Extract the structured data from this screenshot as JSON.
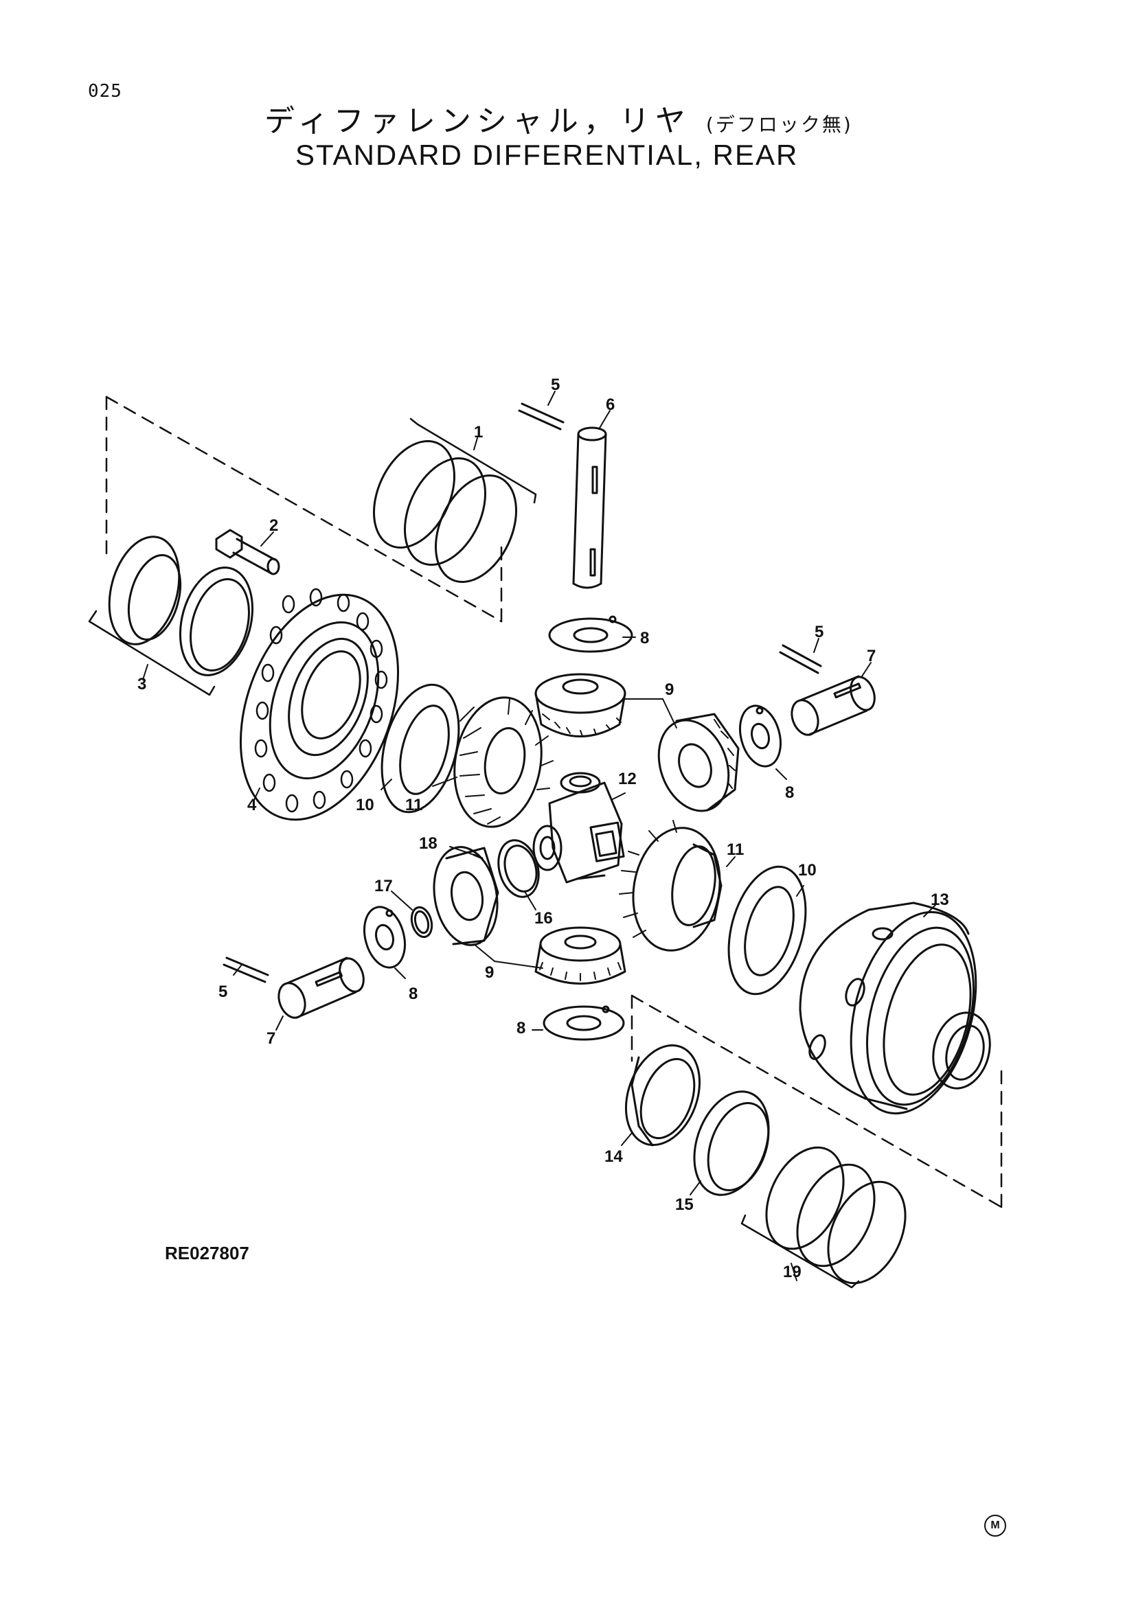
{
  "page": {
    "number": "025",
    "title_jp": "ディファレンシャル，リヤ",
    "title_jp_note": "(デフロック無)",
    "title_en": "STANDARD DIFFERENTIAL, REAR",
    "drawing_code": "RE027807",
    "mark": "M"
  },
  "callouts": {
    "c1": "1",
    "c2": "2",
    "c3": "3",
    "c4": "4",
    "c5a": "5",
    "c5b": "5",
    "c5c": "5",
    "c6": "6",
    "c7a": "7",
    "c7b": "7",
    "c8a": "8",
    "c8b": "8",
    "c8c": "8",
    "c8d": "8",
    "c9a": "9",
    "c9b": "9",
    "c10a": "10",
    "c10b": "10",
    "c11a": "11",
    "c11b": "11",
    "c12": "12",
    "c13": "13",
    "c14": "14",
    "c15": "15",
    "c16": "16",
    "c17": "17",
    "c18": "18",
    "c19": "19"
  },
  "colors": {
    "ink": "#111111",
    "paper": "#ffffff"
  }
}
